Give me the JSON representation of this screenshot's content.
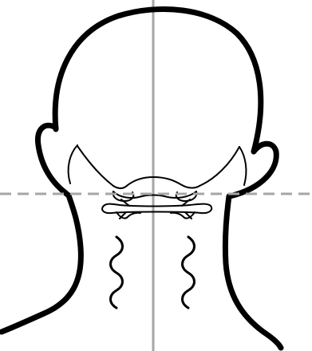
{
  "colors": {
    "background": "#ffffff",
    "outline": "#000000",
    "guide_line": "#a6a6a6",
    "dashed_guide": "#a6a6a6"
  },
  "diagram": {
    "subject": "head-and-neck-back-view",
    "guides": [
      "vertical-midline",
      "horizontal-dashed-line"
    ],
    "parts": [
      "skull-outline",
      "left-ear",
      "right-ear",
      "occipital-base",
      "upper-cervical-vertebra",
      "left-neck-muscle-wave",
      "right-neck-muscle-wave",
      "neck-and-shoulders"
    ]
  }
}
